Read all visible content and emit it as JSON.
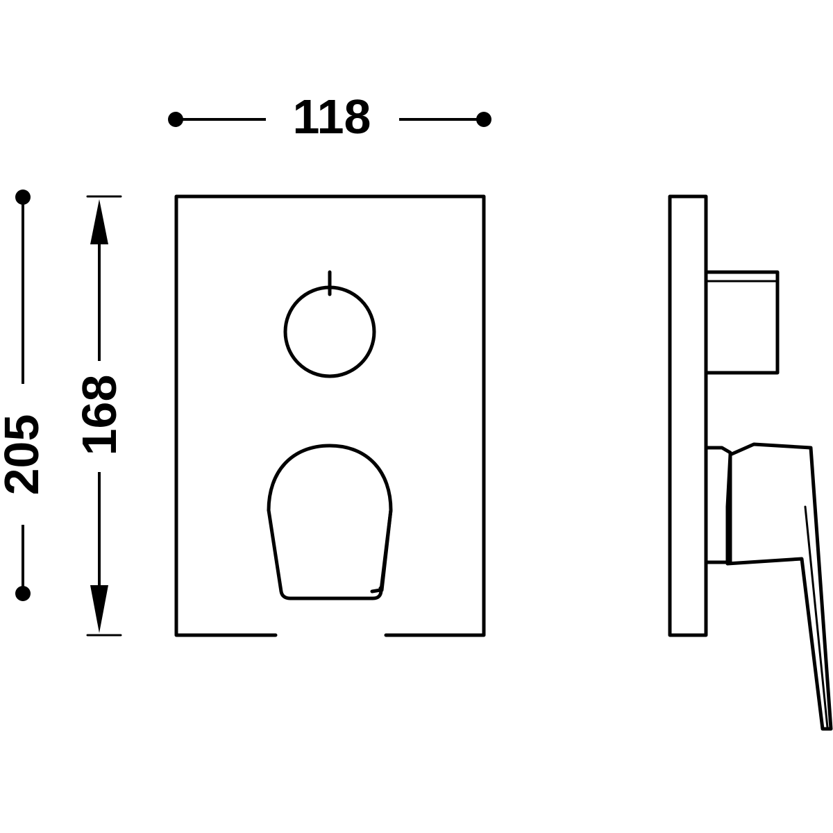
{
  "dimensions": {
    "width": "118",
    "overall_height": "205",
    "plate_height": "168"
  }
}
